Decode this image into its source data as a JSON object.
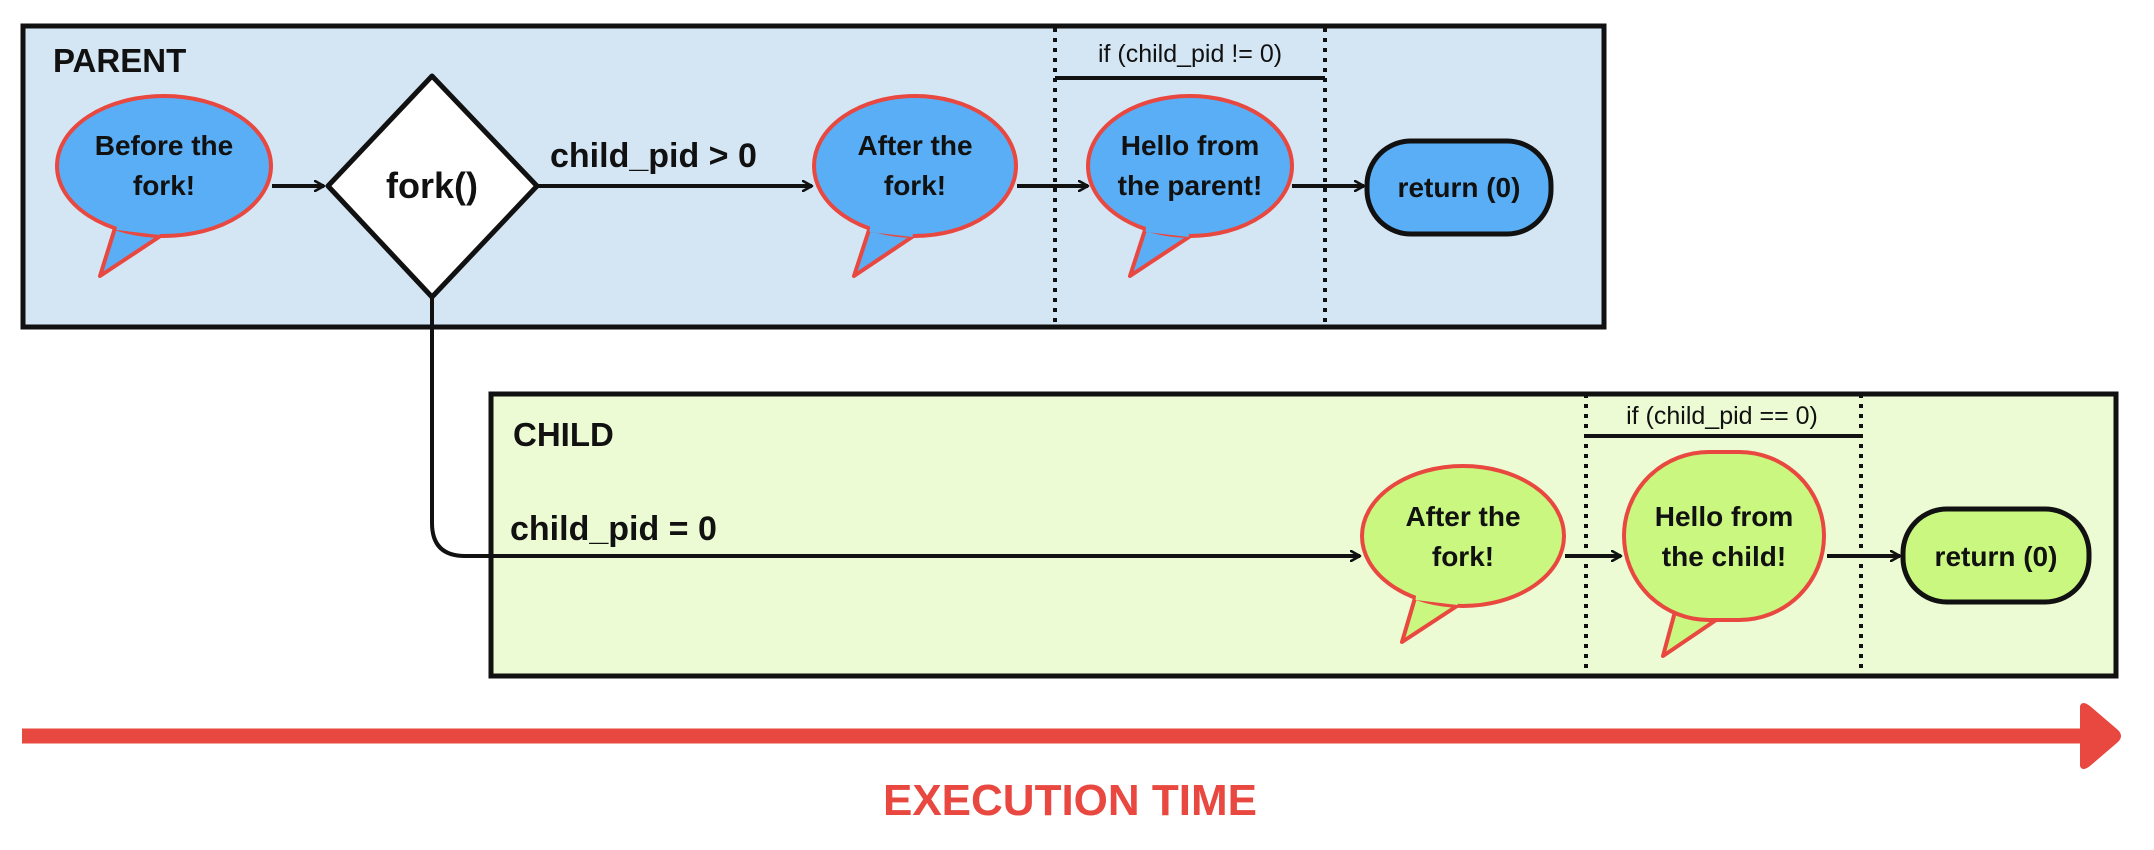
{
  "parent": {
    "label": "PARENT",
    "before_fork_lines": [
      "Before the",
      "fork!"
    ],
    "fork_label": "fork()",
    "edge_label": "child_pid > 0",
    "after_fork_lines": [
      "After the",
      "fork!"
    ],
    "condition": "if (child_pid != 0)",
    "hello_lines": [
      "Hello from",
      "the parent!"
    ],
    "return_label": "return (0)"
  },
  "child": {
    "label": "CHILD",
    "edge_label": "child_pid = 0",
    "after_fork_lines": [
      "After the",
      "fork!"
    ],
    "condition": "if (child_pid == 0)",
    "hello_lines": [
      "Hello from",
      "the child!"
    ],
    "return_label": "return (0)"
  },
  "timeline": {
    "label": "EXECUTION TIME"
  },
  "colors": {
    "parent_bg": "#d4e6f4",
    "parent_bubble": "#59aef5",
    "child_bg": "#ecfbd4",
    "child_bubble": "#c9f780",
    "bubble_border": "#e8483f",
    "timeline": "#e8483f"
  }
}
